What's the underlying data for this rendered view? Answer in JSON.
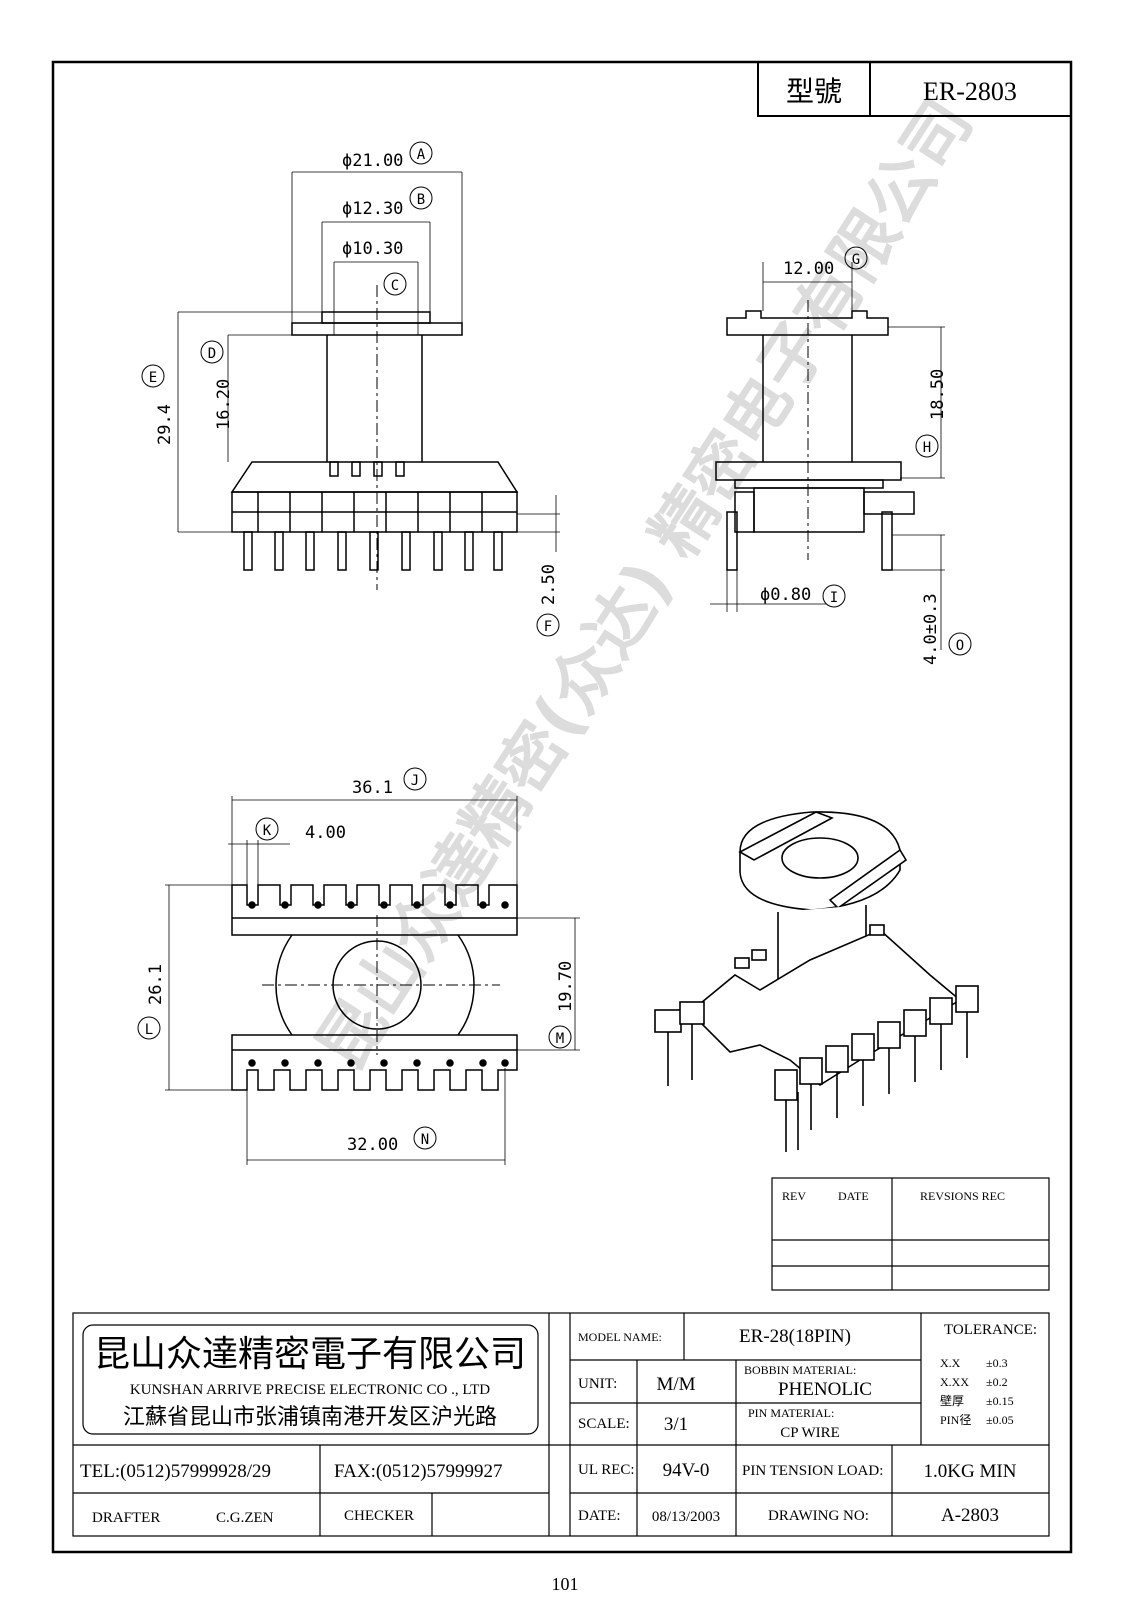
{
  "header": {
    "model_label": "型號",
    "model_value": "ER-2803"
  },
  "dimensions": {
    "A": {
      "value": "ϕ21.00",
      "mark": "A"
    },
    "B": {
      "value": "ϕ12.30",
      "mark": "B"
    },
    "C": {
      "value": "ϕ10.30",
      "mark": "C"
    },
    "D": {
      "value": "16.20",
      "mark": "D"
    },
    "E": {
      "value": "29.4",
      "mark": "E"
    },
    "F": {
      "value": "2.50",
      "mark": "F"
    },
    "G": {
      "value": "12.00",
      "mark": "G"
    },
    "H": {
      "value": "18.50",
      "mark": "H"
    },
    "I": {
      "value": "ϕ0.80",
      "mark": "I"
    },
    "O": {
      "value": "4.0±0.3",
      "mark": "O"
    },
    "J": {
      "value": "36.1",
      "mark": "J"
    },
    "K": {
      "value": "4.00",
      "mark": "K"
    },
    "L": {
      "value": "26.1",
      "mark": "L"
    },
    "M": {
      "value": "19.70",
      "mark": "M"
    },
    "N": {
      "value": "32.00",
      "mark": "N"
    }
  },
  "watermark": "昆山众達精密(众达) 精密电子有限公司",
  "revision_table": {
    "rev": "REV",
    "date": "DATE",
    "revisions": "REVSIONS  REC"
  },
  "company": {
    "name_cn": "昆山众達精密電子有限公司",
    "name_en": "KUNSHAN ARRIVE PRECISE ELECTRONIC CO ., LTD",
    "address": "江蘇省昆山市张浦镇南港开发区沪光路",
    "tel": "TEL:(0512)57999928/29",
    "fax": "FAX:(0512)57999927",
    "drafter_label": "DRAFTER",
    "drafter": "C.G.ZEN",
    "checker_label": "CHECKER"
  },
  "titleblock": {
    "model_name_label": "MODEL NAME:",
    "model_name": "ER-28(18PIN)",
    "unit_label": "UNIT:",
    "unit": "M/M",
    "bobbin_material_label": "BOBBIN MATERIAL:",
    "bobbin_material": "PHENOLIC",
    "scale_label": "SCALE:",
    "scale": "3/1",
    "pin_material_label": "PIN MATERIAL:",
    "pin_material": "CP WIRE",
    "ul_rec_label": "UL REC:",
    "ul_rec": "94V-0",
    "pin_tension_label": "PIN TENSION LOAD:",
    "pin_tension": "1.0KG MIN",
    "date_label": "DATE:",
    "date": "08/13/2003",
    "drawing_no_label": "DRAWING NO:",
    "drawing_no": "A-2803"
  },
  "tolerance": {
    "label": "TOLERANCE:",
    "rows": [
      {
        "k": "X.X",
        "v": "±0.3"
      },
      {
        "k": "X.XX",
        "v": "±0.2"
      },
      {
        "k": "壁厚",
        "v": "±0.15"
      },
      {
        "k": "PIN径",
        "v": "±0.05"
      }
    ]
  },
  "page_number": "101"
}
